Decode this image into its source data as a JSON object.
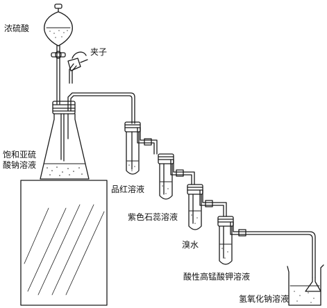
{
  "labels": {
    "conc_h2so4": "浓硫酸",
    "clamp": "夹子",
    "na2so3": "饱和亚硫酸钠溶液",
    "magenta": "品红溶液",
    "litmus": "紫色石蕊溶液",
    "bromine": "溴水",
    "kmno4": "酸性高锰酸钾溶液",
    "naoh": "氢氧化钠溶液"
  },
  "colors": {
    "ink": "#1a1a1a",
    "fill_dots": "#555555"
  }
}
